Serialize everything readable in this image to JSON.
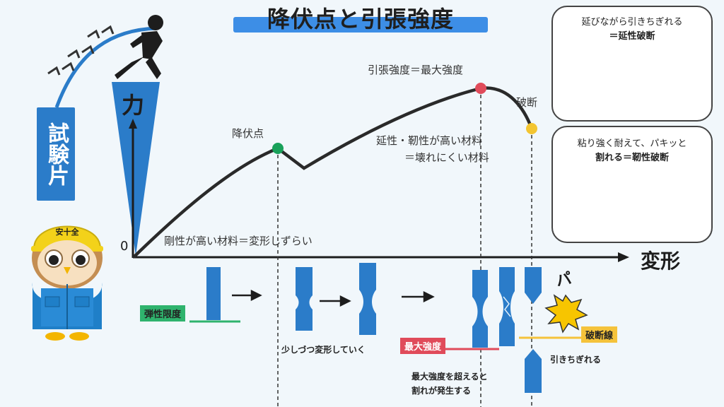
{
  "title": "降伏点と引張強度",
  "specimen_label": "試験片",
  "force_label": "力",
  "axis": {
    "origin": "0",
    "x_label": "変形"
  },
  "curve_labels": {
    "yield_point": "降伏点",
    "tensile_strength": "引張強度＝最大強度",
    "fracture": "破断",
    "tough_line1": "延性・靭性が高い材料",
    "tough_line2": "＝壊れにくい材料",
    "rigid": "剛性が高い材料＝変形しずらい"
  },
  "box_ductile": {
    "line1": "延びながら引きちぎれる",
    "line2": "＝延性破断"
  },
  "box_tough": {
    "line1": "粘り強く耐えて、パキッと",
    "line2": "割れる＝靭性破断"
  },
  "mascot_helmet": "安十全",
  "stages": {
    "elastic_limit": "弾性限度",
    "gradual": "少しづつ変形していく",
    "max_strength": "最大強度",
    "exceed_line1": "最大強度を超えると",
    "exceed_line2": "割れが発生する",
    "pop": "パ",
    "fracture_line": "破断線",
    "torn": "引きちぎれる"
  },
  "colors": {
    "blue": "#2b7cc9",
    "curve": "#2a2a2a",
    "green_dot": "#19a15a",
    "red_dot": "#e04b5a",
    "yellow_dot": "#f3c531",
    "elastic_tag": "#2fb36d",
    "max_tag": "#e04b5a",
    "fracture_tag": "#f5c33b",
    "title_bar": "#3d8ee6"
  }
}
